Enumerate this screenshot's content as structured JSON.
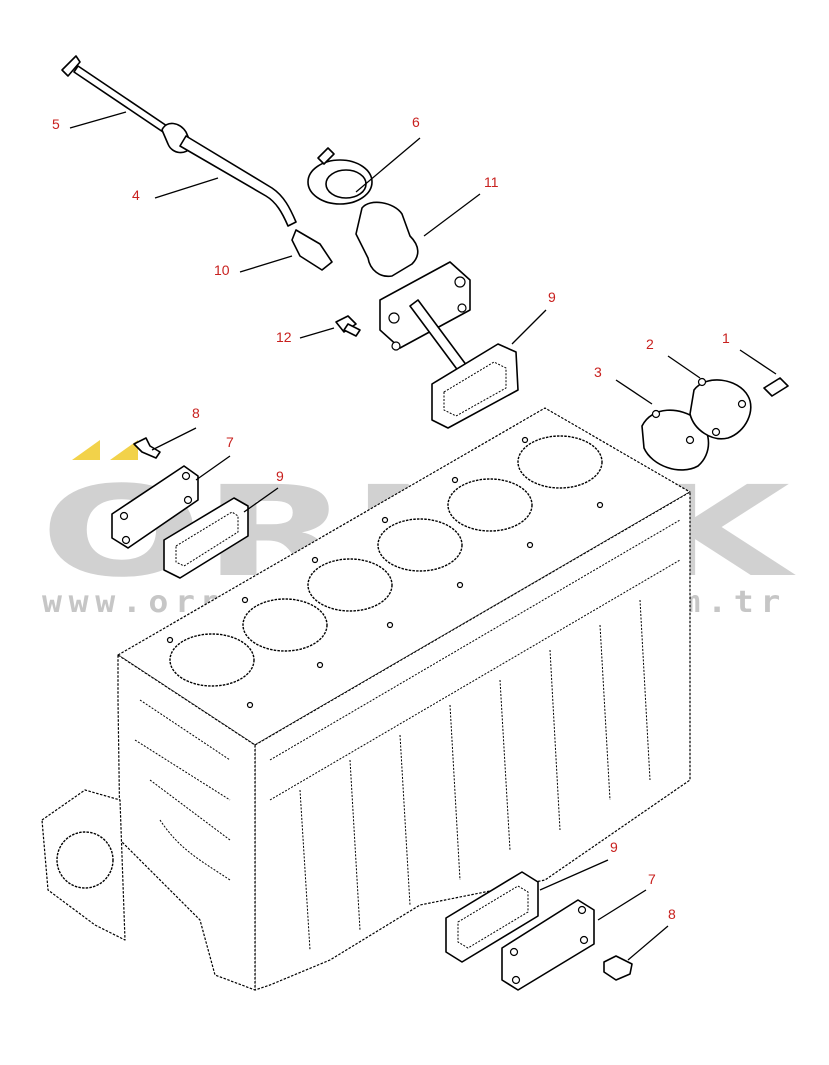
{
  "watermark": {
    "brand": "ORNEK",
    "url": "www.orneкismakinalari.com.tr",
    "accent_color": "#f2d24a",
    "text_color": "#c9c9c9"
  },
  "callouts": {
    "c1": "1",
    "c2": "2",
    "c3": "3",
    "c4": "4",
    "c5": "5",
    "c6": "6",
    "c7a": "7",
    "c7b": "7",
    "c8a": "8",
    "c8b": "8",
    "c9a": "9",
    "c9b": "9",
    "c9c": "9",
    "c10": "10",
    "c11": "11",
    "c12": "12"
  },
  "colors": {
    "callout": "#c8201e",
    "line": "#000000",
    "background": "#ffffff"
  }
}
